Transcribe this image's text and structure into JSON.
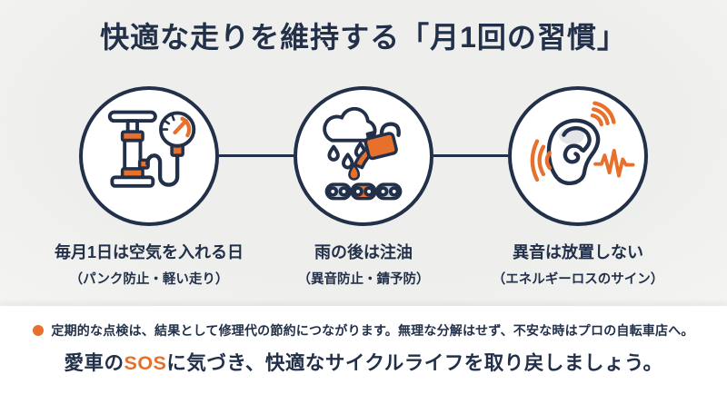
{
  "title": "快適な走りを維持する「月1回の習慣」",
  "colors": {
    "navy": "#22304a",
    "orange": "#e7702d",
    "bg": "#eeefec",
    "paper": "#ffffff",
    "chain_gray": "#ccd1d6",
    "shade_gray": "#d9dadd"
  },
  "steps": [
    {
      "icon": "air-pump-icon",
      "caption": "毎月1日は空気を入れる日",
      "subcaption": "（パンク防止・軽い走り）"
    },
    {
      "icon": "oiling-chain-icon",
      "caption": "雨の後は注油",
      "subcaption": "（異音防止・錆予防）"
    },
    {
      "icon": "ear-noise-icon",
      "caption": "異音は放置しない",
      "subcaption": "（エネルギーロスのサイン）"
    }
  ],
  "footer": {
    "bullet_note": "定期的な点検は、結果として修理代の節約につながります。無理な分解はせず、不安な時はプロの自転車店へ。",
    "closing_pre": "愛車の",
    "closing_highlight": "SOS",
    "closing_post": "に気づき、快適なサイクルライフを取り戻しましょう。"
  }
}
